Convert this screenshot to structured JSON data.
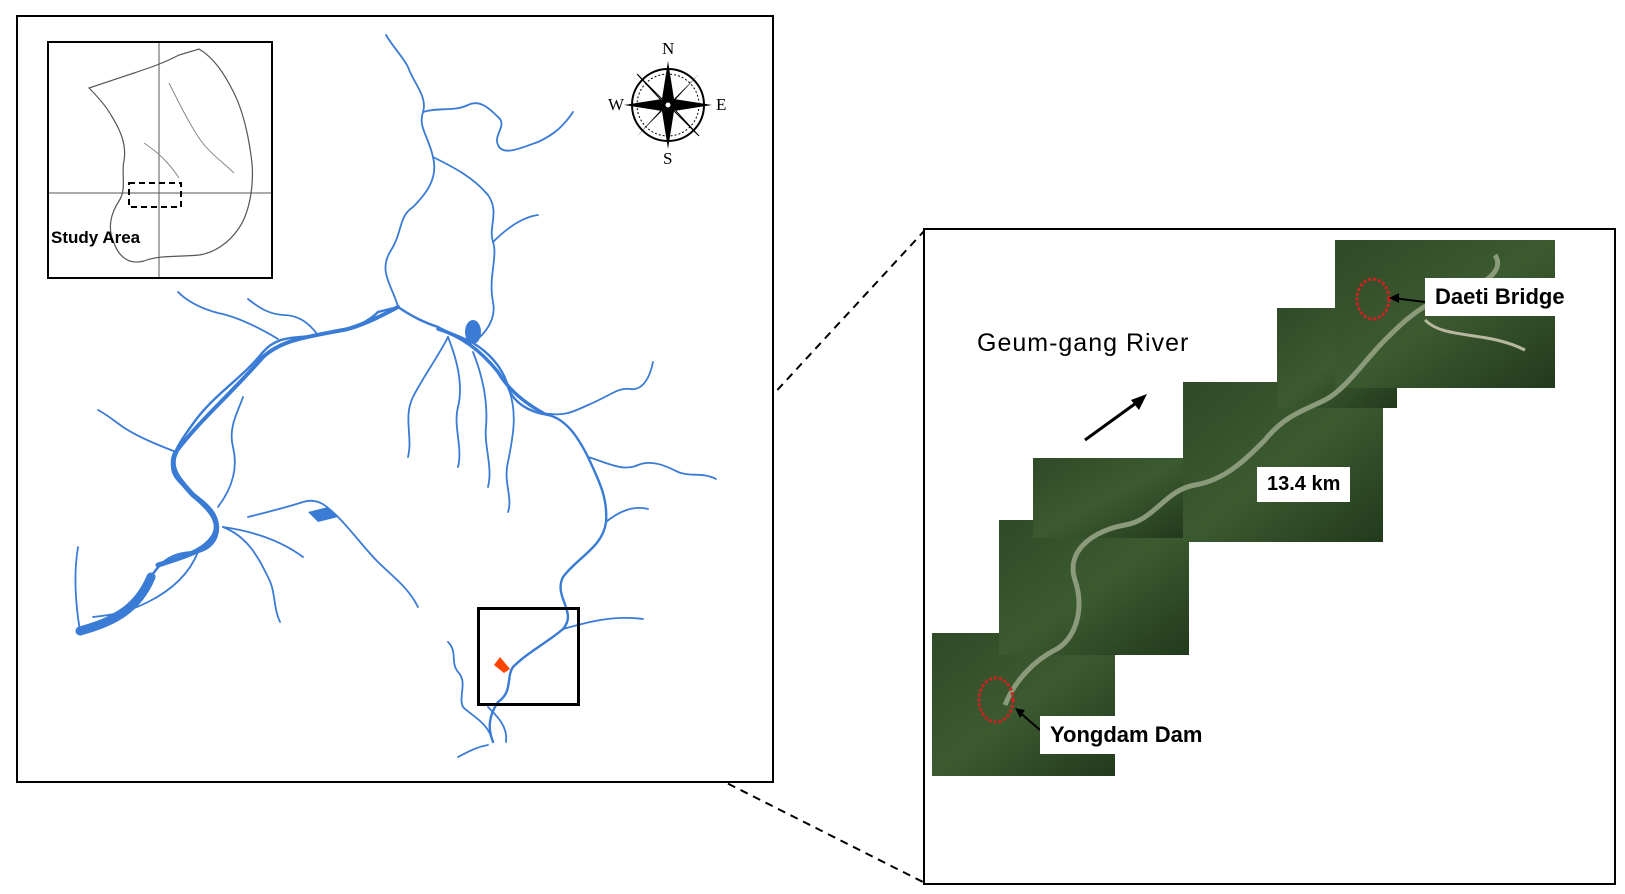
{
  "inset_map": {
    "study_area_label": "Study Area"
  },
  "compass": {
    "north": "N",
    "south": "S",
    "east": "E",
    "west": "W"
  },
  "detail": {
    "river_label": "Geum-gang River",
    "distance_label": "13.4 km",
    "upstream_site": "Daeti Bridge",
    "downstream_site": "Yongdam Dam"
  },
  "colors": {
    "river": "#3a7bd5",
    "highlight_site": "#ff4500",
    "imagery_dark": "#26401f",
    "marker_ring": "#d02020"
  },
  "icons": {
    "compass": "compass-rose-icon",
    "flow_arrow": "arrow-northeast-icon"
  }
}
